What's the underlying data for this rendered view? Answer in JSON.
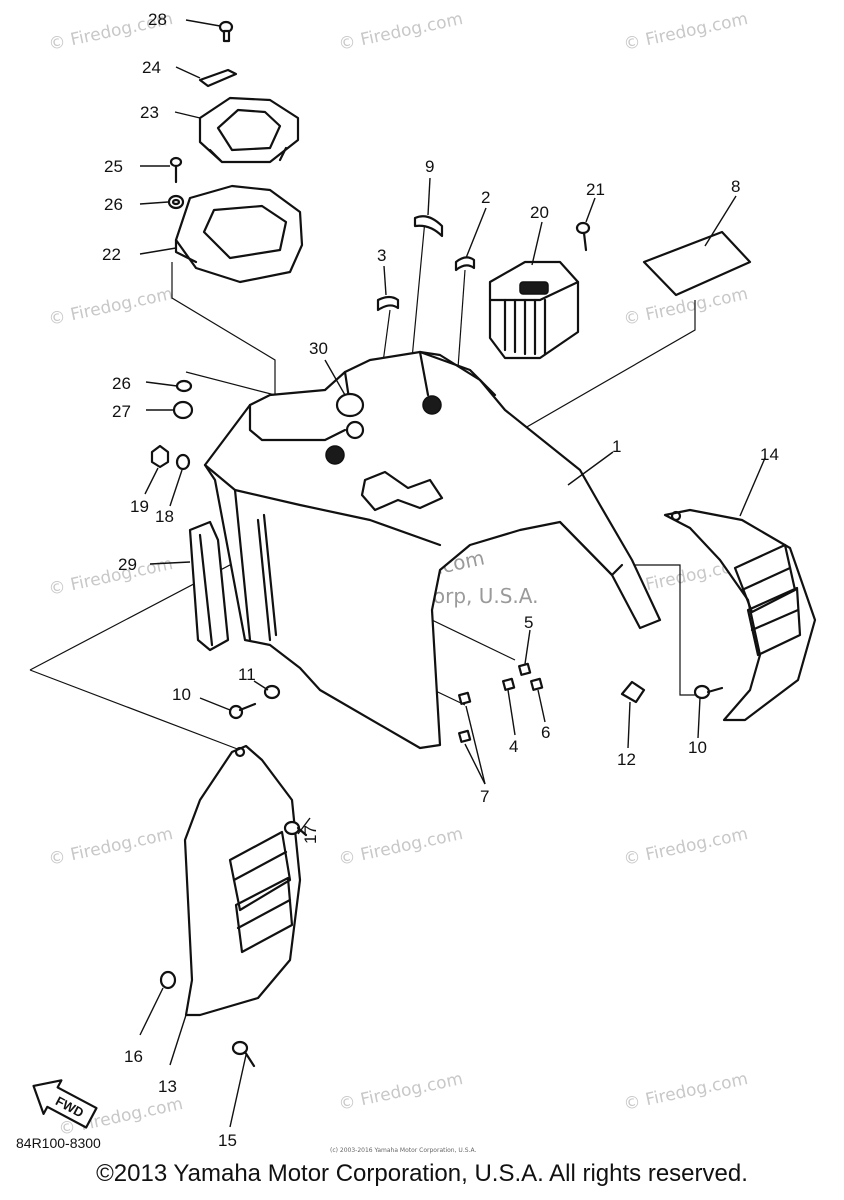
{
  "watermark_text": "© Firedog.com",
  "center_watermark": "© Firedog.com",
  "center_watermark_2": "Yamaha Motor Corp, U.S.A.",
  "fwd_label": "FWD",
  "diagram_code": "84R100-8300",
  "tiny_notice": "(c) 2003-2016 Yamaha Motor Corporation, U.S.A.",
  "copyright": "©2013 Yamaha Motor Corporation, U.S.A. All rights reserved.",
  "callouts": {
    "c1": "1",
    "c2": "2",
    "c3": "3",
    "c4": "4",
    "c5": "5",
    "c6": "6",
    "c7": "7",
    "c8": "8",
    "c9": "9",
    "c10a": "10",
    "c10b": "10",
    "c11": "11",
    "c12": "12",
    "c13": "13",
    "c14": "14",
    "c15": "15",
    "c16": "16",
    "c17": "17",
    "c18": "18",
    "c19": "19",
    "c20": "20",
    "c21": "21",
    "c22": "22",
    "c23": "23",
    "c24": "24",
    "c25": "25",
    "c26a": "26",
    "c26b": "26",
    "c27": "27",
    "c28": "28",
    "c29": "29",
    "c30": "30"
  }
}
